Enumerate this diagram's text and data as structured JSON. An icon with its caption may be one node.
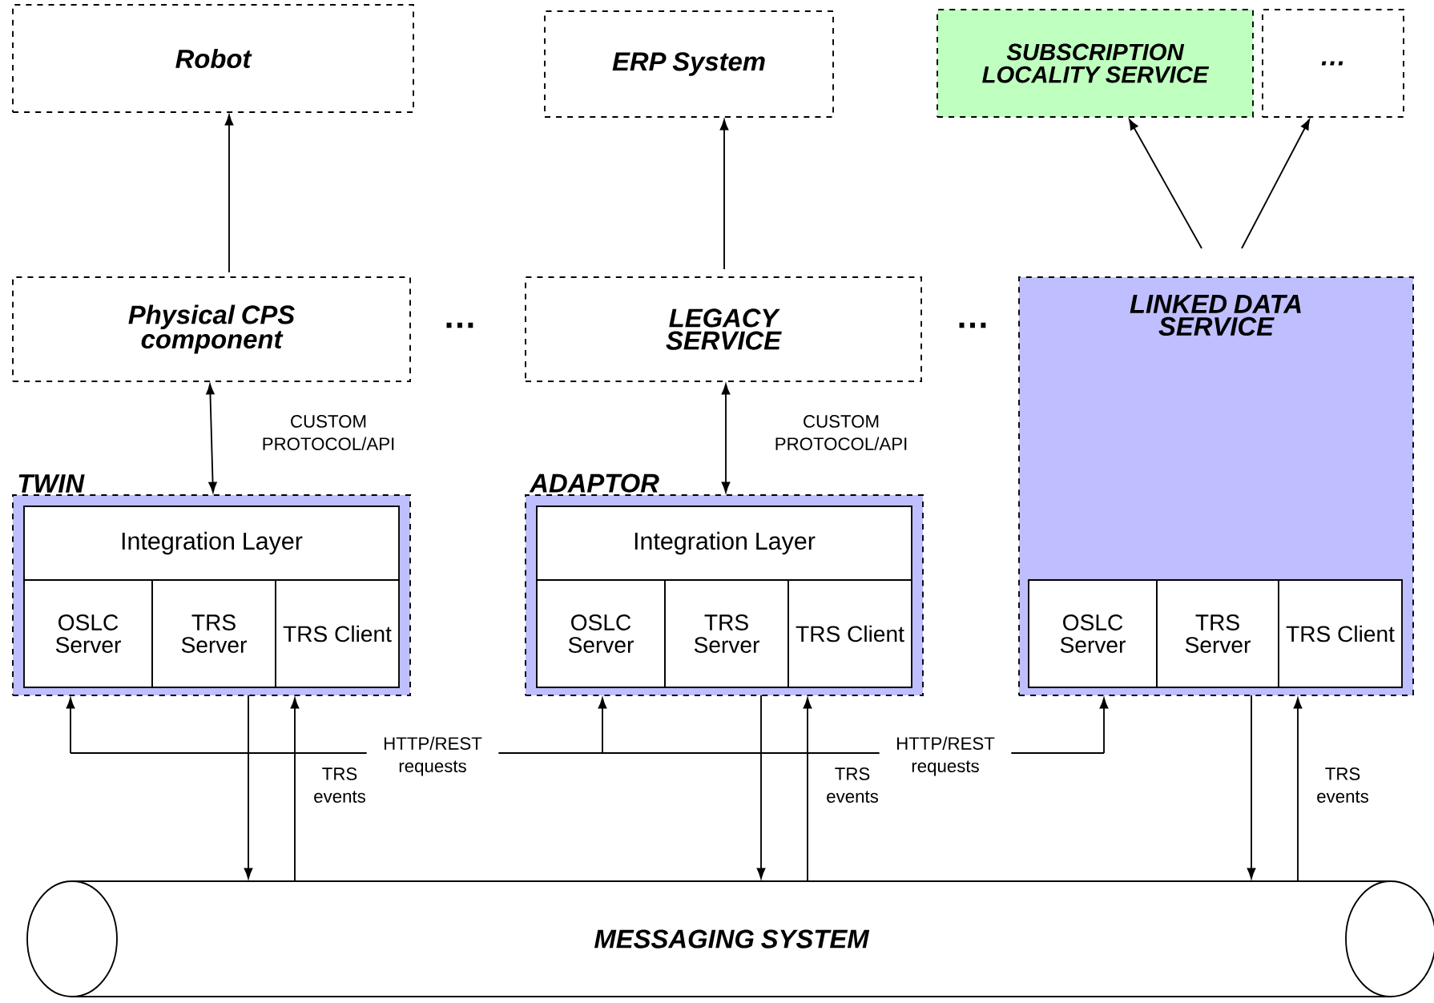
{
  "diagram": {
    "nodes": [
      {
        "text": [
          "Robot"
        ]
      },
      {
        "text": [
          "ERP System"
        ]
      },
      {
        "text": [
          "SUBSCRIPTION LOCALITY SERVICE"
        ]
      },
      {
        "text": [
          "…"
        ]
      },
      {
        "text": [
          "Physical CPS component"
        ]
      },
      {
        "text": [
          "LEGACY SERVICE"
        ]
      },
      {
        "text": [
          "LINKED DATA SERVICE"
        ]
      },
      {
        "text": [
          "TWIN"
        ]
      },
      {
        "text": [
          "Integration Layer"
        ],
        "in": 7
      },
      {
        "text": [
          "OSLC Server"
        ],
        "in": 7
      },
      {
        "text": [
          "TRS Server"
        ],
        "in": 7
      },
      {
        "text": [
          "TRS Client"
        ],
        "in": 7
      },
      {
        "text": [
          "ADAPTOR"
        ]
      },
      {
        "text": [
          "Integration Layer"
        ],
        "in": 12
      },
      {
        "text": [
          "OSLC Server"
        ],
        "in": 12
      },
      {
        "text": [
          "TRS Server"
        ],
        "in": 12
      },
      {
        "text": [
          "TRS Client"
        ],
        "in": 12
      },
      {
        "text": [
          "OSLC Server"
        ],
        "in": 6
      },
      {
        "text": [
          "TRS Server"
        ],
        "in": 6
      },
      {
        "text": [
          "TRS Client"
        ],
        "in": 6
      },
      {
        "text": [
          "MESSAGING SYSTEM"
        ]
      }
    ],
    "edges": [
      {
        "from": 4,
        "to": 0,
        "arrow": "to"
      },
      {
        "from": 5,
        "to": 1,
        "arrow": "to"
      },
      {
        "from": 6,
        "to": 2,
        "arrow": "to"
      },
      {
        "from": 6,
        "to": 3,
        "arrow": "to"
      },
      {
        "from": 4,
        "to": 7,
        "arrow": "both",
        "label": "CUSTOM PROTOCOL/API"
      },
      {
        "from": 5,
        "to": 12,
        "arrow": "both",
        "label": "CUSTOM PROTOCOL/API"
      },
      {
        "from": null,
        "to": 9,
        "arrow": "to"
      },
      {
        "from": null,
        "to": 14,
        "arrow": "to"
      },
      {
        "from": null,
        "to": 17,
        "arrow": "to"
      },
      {
        "from": 10,
        "to": 20,
        "arrow": "to"
      },
      {
        "from": 20,
        "to": 11,
        "arrow": "to",
        "label": "TRS events"
      },
      {
        "from": 15,
        "to": 20,
        "arrow": "to"
      },
      {
        "from": 20,
        "to": 16,
        "arrow": "to",
        "label": "TRS events"
      },
      {
        "from": 18,
        "to": 20,
        "arrow": "to"
      },
      {
        "from": 20,
        "to": 19,
        "arrow": "to",
        "label": "TRS events"
      }
    ],
    "labels": [
      "…",
      "…",
      "HTTP/REST requests",
      "HTTP/REST requests"
    ]
  }
}
